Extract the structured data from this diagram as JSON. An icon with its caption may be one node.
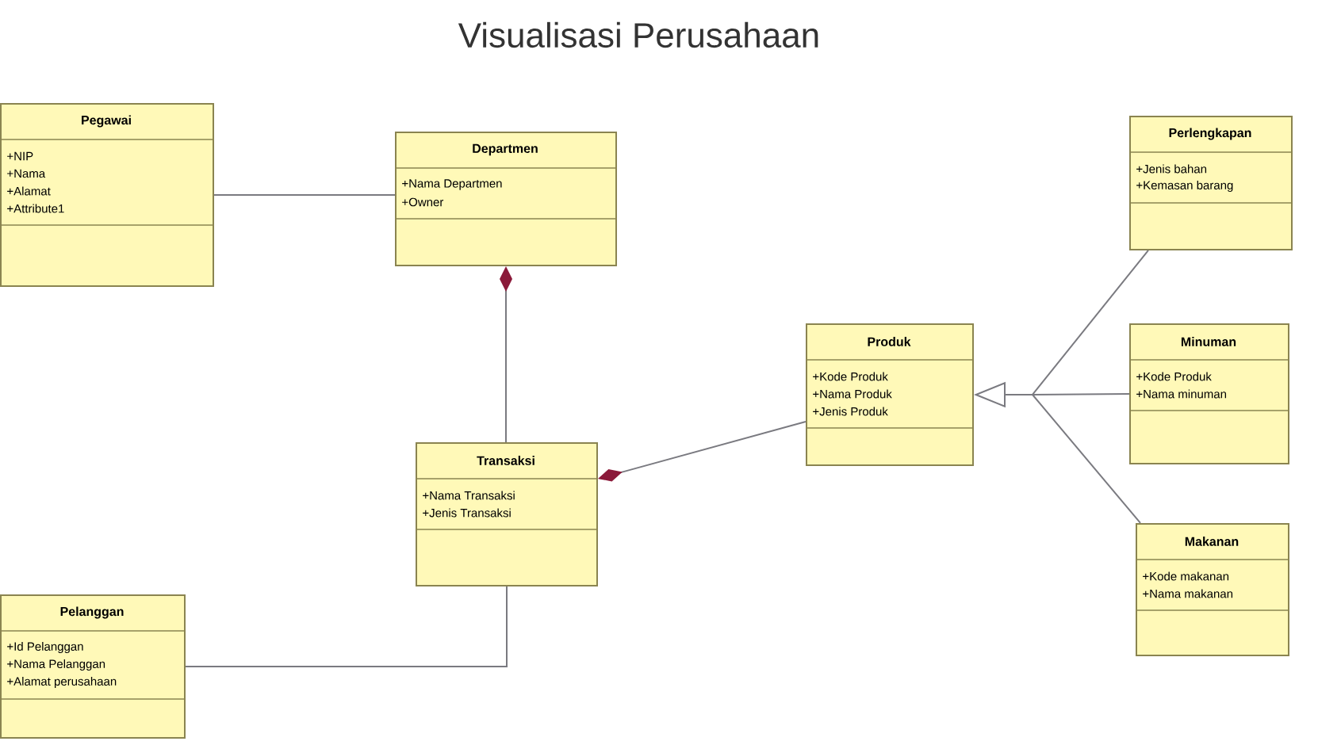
{
  "diagram": {
    "title": "Visualisasi Perusahaan",
    "nodes": [
      {
        "text": [
          "Pegawai",
          "+NIP",
          "+Nama",
          "+Alamat",
          "+Attribute1"
        ]
      },
      {
        "text": [
          "Departmen",
          "+Nama Departmen",
          "+Owner"
        ]
      },
      {
        "text": [
          "Perlengkapan",
          "+Jenis bahan",
          "+Kemasan barang"
        ]
      },
      {
        "text": [
          "Produk",
          "+Kode Produk",
          "+Nama Produk",
          "+Jenis Produk"
        ]
      },
      {
        "text": [
          "Minuman",
          "+Kode Produk",
          "+Nama minuman"
        ]
      },
      {
        "text": [
          "Transaksi",
          "+Nama Transaksi",
          "+Jenis Transaksi"
        ]
      },
      {
        "text": [
          "Makanan",
          "+Kode makanan",
          "+Nama makanan"
        ]
      },
      {
        "text": [
          "Pelanggan",
          "+Id Pelanggan",
          "+Nama Pelanggan",
          "+Alamat perusahaan"
        ]
      }
    ],
    "edges": [
      {
        "from": 0,
        "to": 1,
        "arrow": "none"
      },
      {
        "from": 1,
        "to": 5,
        "arrow": "other"
      },
      {
        "from": 5,
        "to": 3,
        "arrow": "other"
      },
      {
        "from": 5,
        "to": 7,
        "arrow": "none"
      },
      {
        "from": 2,
        "to": 3,
        "arrow": "to"
      },
      {
        "from": 4,
        "to": 3,
        "arrow": "to"
      },
      {
        "from": 6,
        "to": 3,
        "arrow": "to"
      }
    ]
  }
}
